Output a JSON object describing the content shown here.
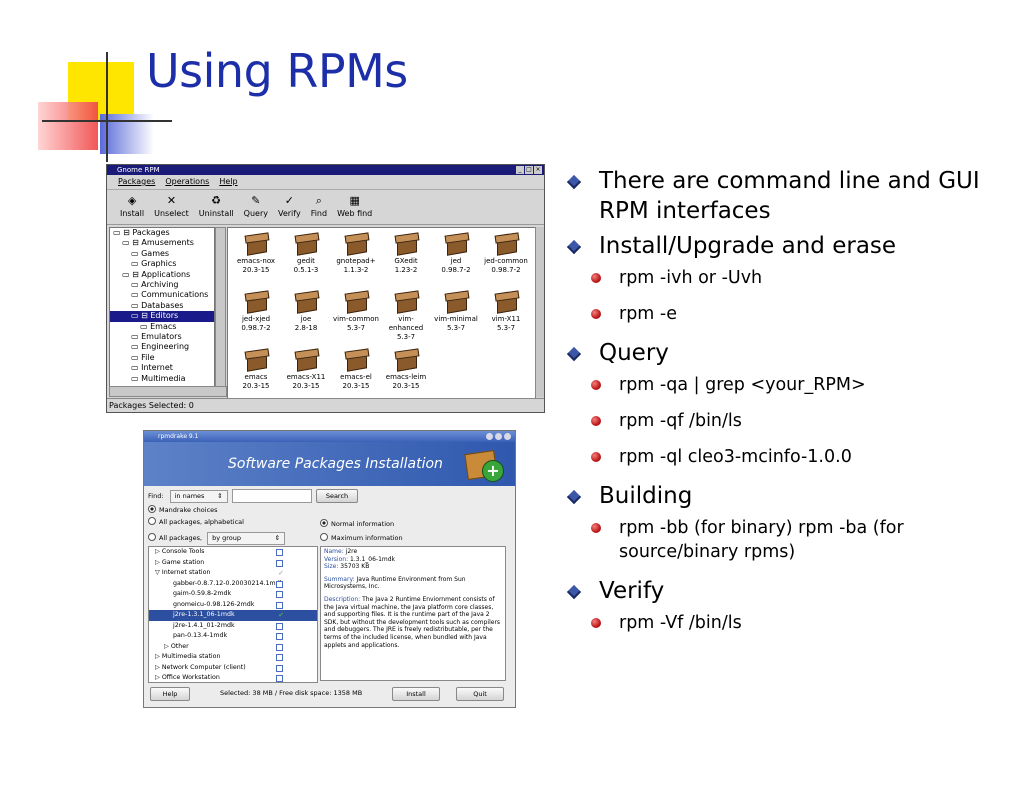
{
  "slide": {
    "title": "Using RPMs",
    "bullets": [
      {
        "level": 1,
        "text": "There are command line and GUI RPM interfaces"
      },
      {
        "level": 1,
        "text": "Install/Upgrade and erase"
      },
      {
        "level": 2,
        "text": "rpm -ivh or -Uvh"
      },
      {
        "level": 2,
        "text": "rpm -e"
      },
      {
        "level": 1,
        "text": "Query"
      },
      {
        "level": 2,
        "text": "rpm -qa | grep <your_RPM>"
      },
      {
        "level": 2,
        "text": "rpm -qf /bin/ls"
      },
      {
        "level": 2,
        "text": "rpm -ql cleo3-mcinfo-1.0.0"
      },
      {
        "level": 1,
        "text": "Building"
      },
      {
        "level": 2,
        "text": "rpm -bb (for binary) rpm -ba (for source/binary rpms)"
      },
      {
        "level": 1,
        "text": "Verify"
      },
      {
        "level": 2,
        "text": "rpm -Vf /bin/ls"
      }
    ],
    "colors": {
      "title": "#1c2fa8",
      "level1_marker": "#3c57a8",
      "level2_marker": "#c01818",
      "accent_yellow": "#ffe600",
      "accent_red": "#f04545",
      "accent_blue": "#5a6ad8"
    }
  },
  "gnome_rpm": {
    "window_title": "Gnome RPM",
    "menus": [
      "Packages",
      "Operations",
      "Help"
    ],
    "tools": [
      {
        "label": "Install",
        "icon": "install-icon",
        "glyph": "◈"
      },
      {
        "label": "Unselect",
        "icon": "unselect-icon",
        "glyph": "✕"
      },
      {
        "label": "Uninstall",
        "icon": "uninstall-icon",
        "glyph": "♻"
      },
      {
        "label": "Query",
        "icon": "query-icon",
        "glyph": "✎"
      },
      {
        "label": "Verify",
        "icon": "verify-icon",
        "glyph": "✓"
      },
      {
        "label": "Find",
        "icon": "find-icon",
        "glyph": "⌕"
      },
      {
        "label": "Web find",
        "icon": "web-find-icon",
        "glyph": "▦"
      }
    ],
    "tree": [
      {
        "label": "⊟ Packages",
        "indent": 0
      },
      {
        "label": "⊟ Amusements",
        "indent": 1
      },
      {
        "label": "Games",
        "indent": 2
      },
      {
        "label": "Graphics",
        "indent": 2
      },
      {
        "label": "⊟ Applications",
        "indent": 1
      },
      {
        "label": "Archiving",
        "indent": 2
      },
      {
        "label": "Communications",
        "indent": 2
      },
      {
        "label": "Databases",
        "indent": 2
      },
      {
        "label": "⊟ Editors",
        "indent": 2,
        "selected": true
      },
      {
        "label": "Emacs",
        "indent": 3
      },
      {
        "label": "Emulators",
        "indent": 2
      },
      {
        "label": "Engineering",
        "indent": 2
      },
      {
        "label": "File",
        "indent": 2
      },
      {
        "label": "Internet",
        "indent": 2
      },
      {
        "label": "Multimedia",
        "indent": 2
      }
    ],
    "packages": [
      {
        "name": "emacs-nox",
        "version": "20.3-15"
      },
      {
        "name": "gedit",
        "version": "0.5.1-3"
      },
      {
        "name": "gnotepad+",
        "version": "1.1.3-2"
      },
      {
        "name": "GXedit",
        "version": "1.23-2"
      },
      {
        "name": "jed",
        "version": "0.98.7-2"
      },
      {
        "name": "jed-common",
        "version": "0.98.7-2"
      },
      {
        "name": "jed-xjed",
        "version": "0.98.7-2"
      },
      {
        "name": "joe",
        "version": "2.8-18"
      },
      {
        "name": "vim-common",
        "version": "5.3-7"
      },
      {
        "name": "vim-enhanced",
        "version": "5.3-7"
      },
      {
        "name": "vim-minimal",
        "version": "5.3-7"
      },
      {
        "name": "vim-X11",
        "version": "5.3-7"
      },
      {
        "name": "emacs",
        "version": "20.3-15"
      },
      {
        "name": "emacs-X11",
        "version": "20.3-15"
      },
      {
        "name": "emacs-el",
        "version": "20.3-15"
      },
      {
        "name": "emacs-leim",
        "version": "20.3-15"
      }
    ],
    "status": "Packages Selected: 0"
  },
  "rpmdrake": {
    "window_title": "rpmdrake 9.1",
    "banner_title": "Software Packages Installation",
    "find_label": "Find:",
    "find_mode": "in names",
    "search_button": "Search",
    "view_options": [
      "Mandrake choices",
      "All packages, alphabetical",
      "All packages,"
    ],
    "group_mode": "by group",
    "info_options": [
      "Normal information",
      "Maximum information"
    ],
    "tree_items": [
      {
        "label": "▷ Console Tools",
        "indent": 0
      },
      {
        "label": "▷ Game station",
        "indent": 0
      },
      {
        "label": "▽ Internet station",
        "indent": 0,
        "check": "partial"
      },
      {
        "label": "gabber-0.8.7.12-0.20030214.1mdk",
        "indent": 2
      },
      {
        "label": "gaim-0.59.8-2mdk",
        "indent": 2
      },
      {
        "label": "gnomeicu-0.98.126-2mdk",
        "indent": 2
      },
      {
        "label": "j2re-1.3.1_06-1mdk",
        "indent": 2,
        "selected": true,
        "check": "checked"
      },
      {
        "label": "j2re-1.4.1_01-2mdk",
        "indent": 2
      },
      {
        "label": "pan-0.13.4-1mdk",
        "indent": 2
      },
      {
        "label": "▷ Other",
        "indent": 1
      },
      {
        "label": "▷ Multimedia station",
        "indent": 0
      },
      {
        "label": "▷ Network Computer (client)",
        "indent": 0
      },
      {
        "label": "▷ Office Workstation",
        "indent": 0
      }
    ],
    "details": {
      "name_label": "Name:",
      "name": "j2re",
      "version_label": "Version:",
      "version": "1.3.1_06-1mdk",
      "size_label": "Size:",
      "size": "35703 KB",
      "summary_label": "Summary:",
      "summary": "Java Runtime Environment from Sun Microsystems, Inc.",
      "description_label": "Description:",
      "description": "The Java 2 Runtime Enviornment consists of the Java virtual machine, the Java platform core classes, and supporting files. It is the runtime part of the Java 2 SDK, but without the development tools such as compilers and debuggers. The JRE is freely redistributable, per the terms of the included license, when bundled with Java applets and applications."
    },
    "help_button": "Help",
    "status": "Selected: 38 MB / Free disk space: 1358 MB",
    "install_button": "Install",
    "quit_button": "Quit"
  }
}
